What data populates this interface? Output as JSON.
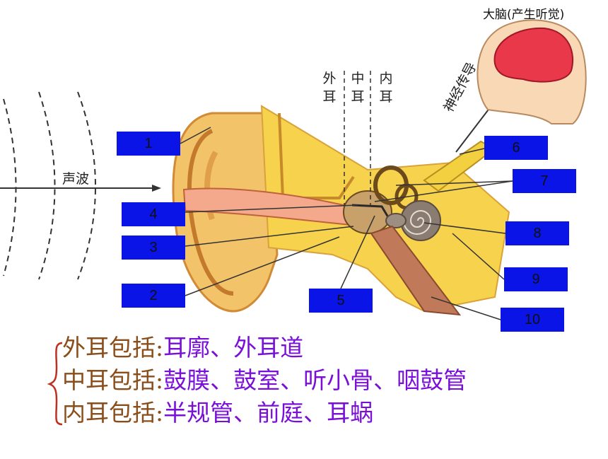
{
  "brain_caption": "大脑(产生听觉)",
  "sound_wave_label": "声波",
  "nerve_label": "神经传导",
  "regions": [
    {
      "line1": "外",
      "line2": "耳"
    },
    {
      "line1": "中",
      "line2": "耳"
    },
    {
      "line1": "内",
      "line2": "耳"
    }
  ],
  "boxes": [
    "1",
    "2",
    "3",
    "4",
    "5",
    "6",
    "7",
    "8",
    "9",
    "10"
  ],
  "summary": [
    {
      "key": "外耳包括:",
      "value": "耳廓、外耳道"
    },
    {
      "key": "中耳包括:",
      "value": "鼓膜、鼓室、听小骨、咽鼓管"
    },
    {
      "key": "内耳包括:",
      "value": "半规管、前庭、耳蜗"
    }
  ],
  "colors": {
    "box": "#0a14e6",
    "key_text": "#8a4e1a",
    "value_text": "#7a10d8",
    "brace": "#c03020"
  }
}
